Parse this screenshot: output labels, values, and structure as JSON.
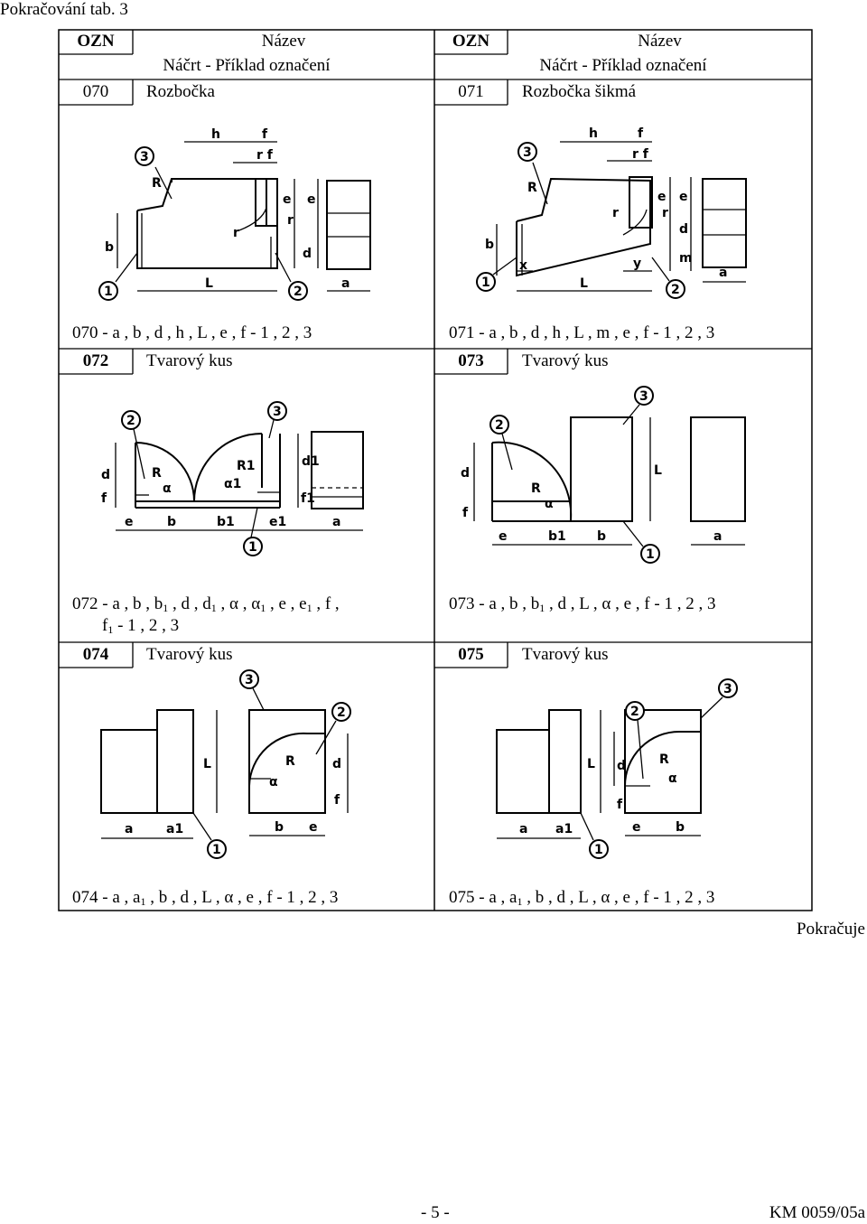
{
  "page": {
    "continuation_top": "Pokračování tab. 3",
    "continuation_bottom": "Pokračuje",
    "page_number": "- 5 -",
    "doc_code": "KM 0059/05a"
  },
  "header": {
    "left_code": "OZN",
    "left_name": "Název",
    "left_sub": "Náčrt - Příklad  označení",
    "right_code": "OZN",
    "right_name": "Název",
    "right_sub": "Náčrt - Příklad  označení"
  },
  "items": [
    {
      "code": "070",
      "name": "Rozbočka",
      "params_main": "070  - a , b , d , h , L , e , f  - 1 , 2 , 3"
    },
    {
      "code": "071",
      "name": "Rozbočka šikmá",
      "params_main": "071  - a , b , d , h , L , m , e , f - 1 , 2 , 3"
    },
    {
      "code": "072",
      "name": "Tvarový kus",
      "params_line1": "072  - a , b , b",
      "params_line2": "f",
      "params_line2_rest": " - 1 , 2 , 3"
    },
    {
      "code": "073",
      "name": "Tvarový kus"
    },
    {
      "code": "074",
      "name": "Tvarový kus",
      "params_main": "074  - a , a"
    },
    {
      "code": "075",
      "name": "Tvarový kus",
      "params_main": "075  - a , a"
    }
  ],
  "params_raw": {
    "p072_a": "072  - a , b , b",
    "p072_b": " , d , d",
    "p072_c": " , α , α",
    "p072_d": " , e , e",
    "p072_e": " , f ,",
    "p072_f": "f",
    "p072_g": " - 1 , 2 , 3",
    "p073_a": "073  - a , b , b",
    "p073_b": " , d , L , α , e , f - 1 , 2 , 3",
    "p074_a": "074  - a , a",
    "p074_b": " , b , d , L , α , e , f - 1 , 2 , 3",
    "p075_a": "075  - a , a",
    "p075_b": " , b , d , L , α , e , f - 1 , 2 , 3",
    "sub1": "1"
  },
  "sketch_labels": {
    "h": "h",
    "f": "f",
    "r": "r",
    "e": "e",
    "R": "R",
    "b": "b",
    "d": "d",
    "L": "L",
    "a": "a",
    "x": "x",
    "y": "y",
    "m": "m",
    "b1": "b1",
    "e1": "e1",
    "d1": "d1",
    "R1": "R1",
    "f1": "f1",
    "alpha": "α",
    "alpha1": "α1",
    "a1": "a1",
    "n1": "1",
    "n2": "2",
    "n3": "3"
  }
}
